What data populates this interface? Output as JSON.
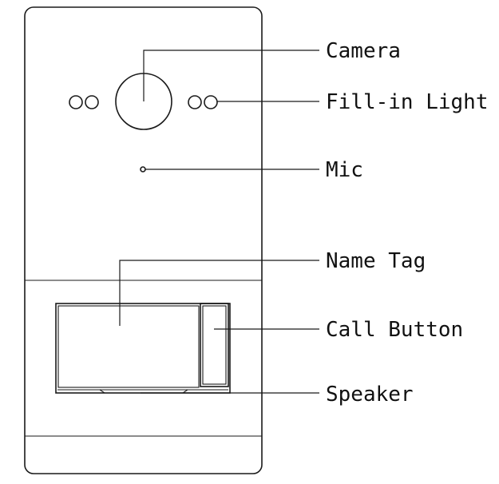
{
  "labels": {
    "camera": "Camera",
    "fill_in_light": "Fill-in Light",
    "mic": "Mic",
    "name_tag": "Name Tag",
    "call_button": "Call Button",
    "speaker": "Speaker"
  }
}
